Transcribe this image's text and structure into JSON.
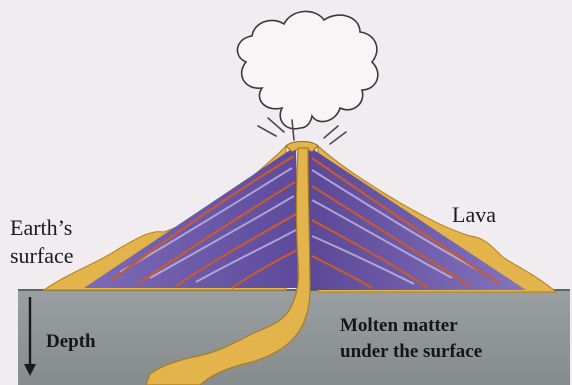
{
  "labels": {
    "earth_surface": "Earth’s surface",
    "lava": "Lava",
    "depth": "Depth",
    "molten_line1": "Molten matter",
    "molten_line2": "under the surface"
  },
  "colors": {
    "background": "#f1ecef",
    "ground": "#8e9395",
    "volcano": "#6b55a8",
    "lava": "#e0b248",
    "lava_stripe": "#c2562e"
  }
}
